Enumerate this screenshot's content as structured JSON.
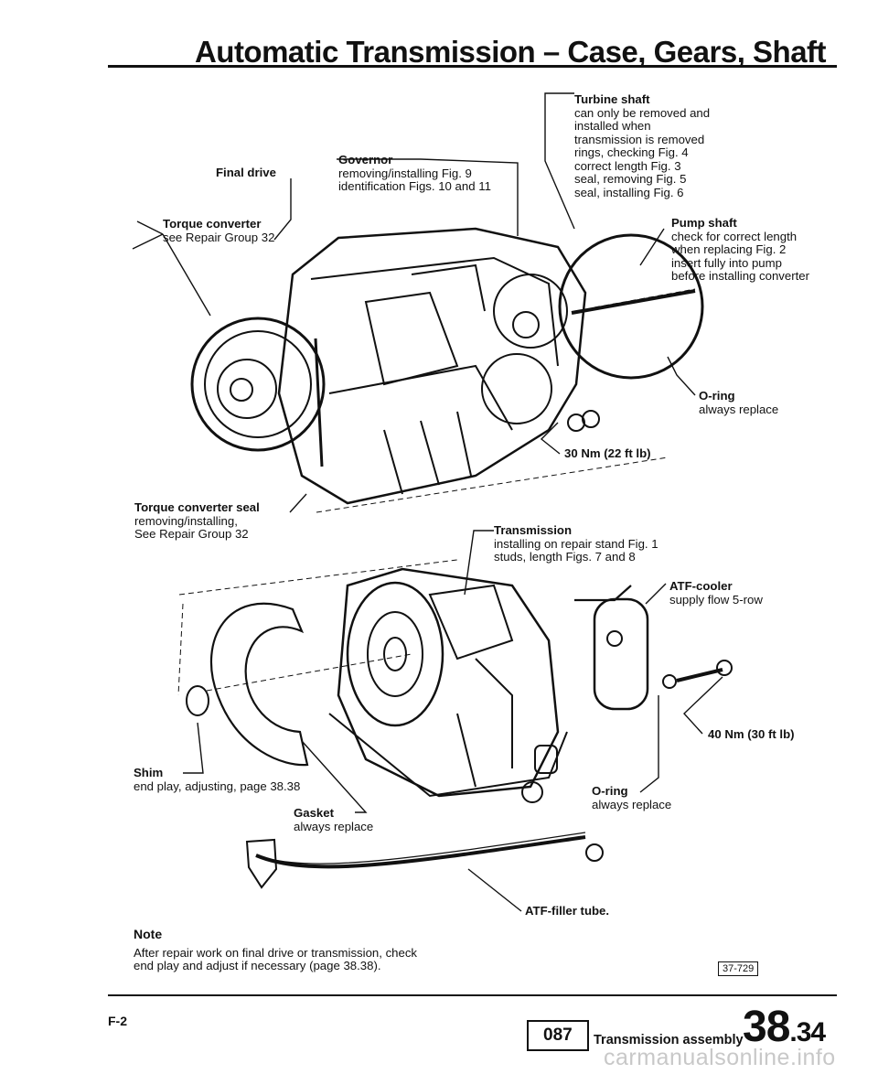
{
  "header": {
    "title": "Automatic Transmission – Case, Gears, Shaft"
  },
  "labels": {
    "turbine_shaft": {
      "title": "Turbine shaft",
      "lines": [
        "can only be removed and",
        "installed when",
        "transmission is removed",
        "rings, checking Fig. 4",
        "correct length Fig. 3",
        "seal, removing Fig. 5",
        "seal, installing Fig. 6"
      ]
    },
    "governor": {
      "title": "Governor",
      "lines": [
        "removing/installing Fig. 9",
        "identification Figs. 10 and 11"
      ]
    },
    "final_drive": {
      "title": "Final drive"
    },
    "torque_converter": {
      "title": "Torque converter",
      "lines": [
        "see Repair Group 32"
      ]
    },
    "pump_shaft": {
      "title": "Pump shaft",
      "lines": [
        "check for correct length",
        "when replacing Fig. 2",
        "insert fully into pump",
        "before installing converter"
      ]
    },
    "oring_top": {
      "title": "O-ring",
      "lines": [
        "always replace"
      ]
    },
    "torque_30": {
      "title": "30 Nm (22 ft lb)"
    },
    "torque_converter_seal": {
      "title": "Torque converter seal",
      "lines": [
        "removing/installing,",
        "See Repair Group 32"
      ]
    },
    "transmission": {
      "title": "Transmission",
      "lines": [
        "installing on repair stand Fig. 1",
        "studs, length Figs. 7 and 8"
      ]
    },
    "atf_cooler": {
      "title": "ATF-cooler",
      "lines": [
        "supply flow 5-row"
      ]
    },
    "torque_40": {
      "title": "40 Nm (30 ft lb)"
    },
    "shim": {
      "title": "Shim",
      "lines": [
        "end play, adjusting, page 38.38"
      ]
    },
    "oring_bottom": {
      "title": "O-ring",
      "lines": [
        "always replace"
      ]
    },
    "gasket": {
      "title": "Gasket",
      "lines": [
        "always replace"
      ]
    },
    "atf_filler": {
      "title": "ATF-filler tube."
    }
  },
  "note": {
    "title": "Note",
    "lines": [
      "After repair work on final drive or transmission, check",
      "end play and adjust if necessary (page 38.38)."
    ]
  },
  "figure_id": "37-729",
  "footer": {
    "left": "F-2",
    "page_box": "087",
    "section": "Transmission assembly",
    "page_main": "38",
    "page_sub": ".34"
  },
  "watermark": "carmanualsonline.info"
}
